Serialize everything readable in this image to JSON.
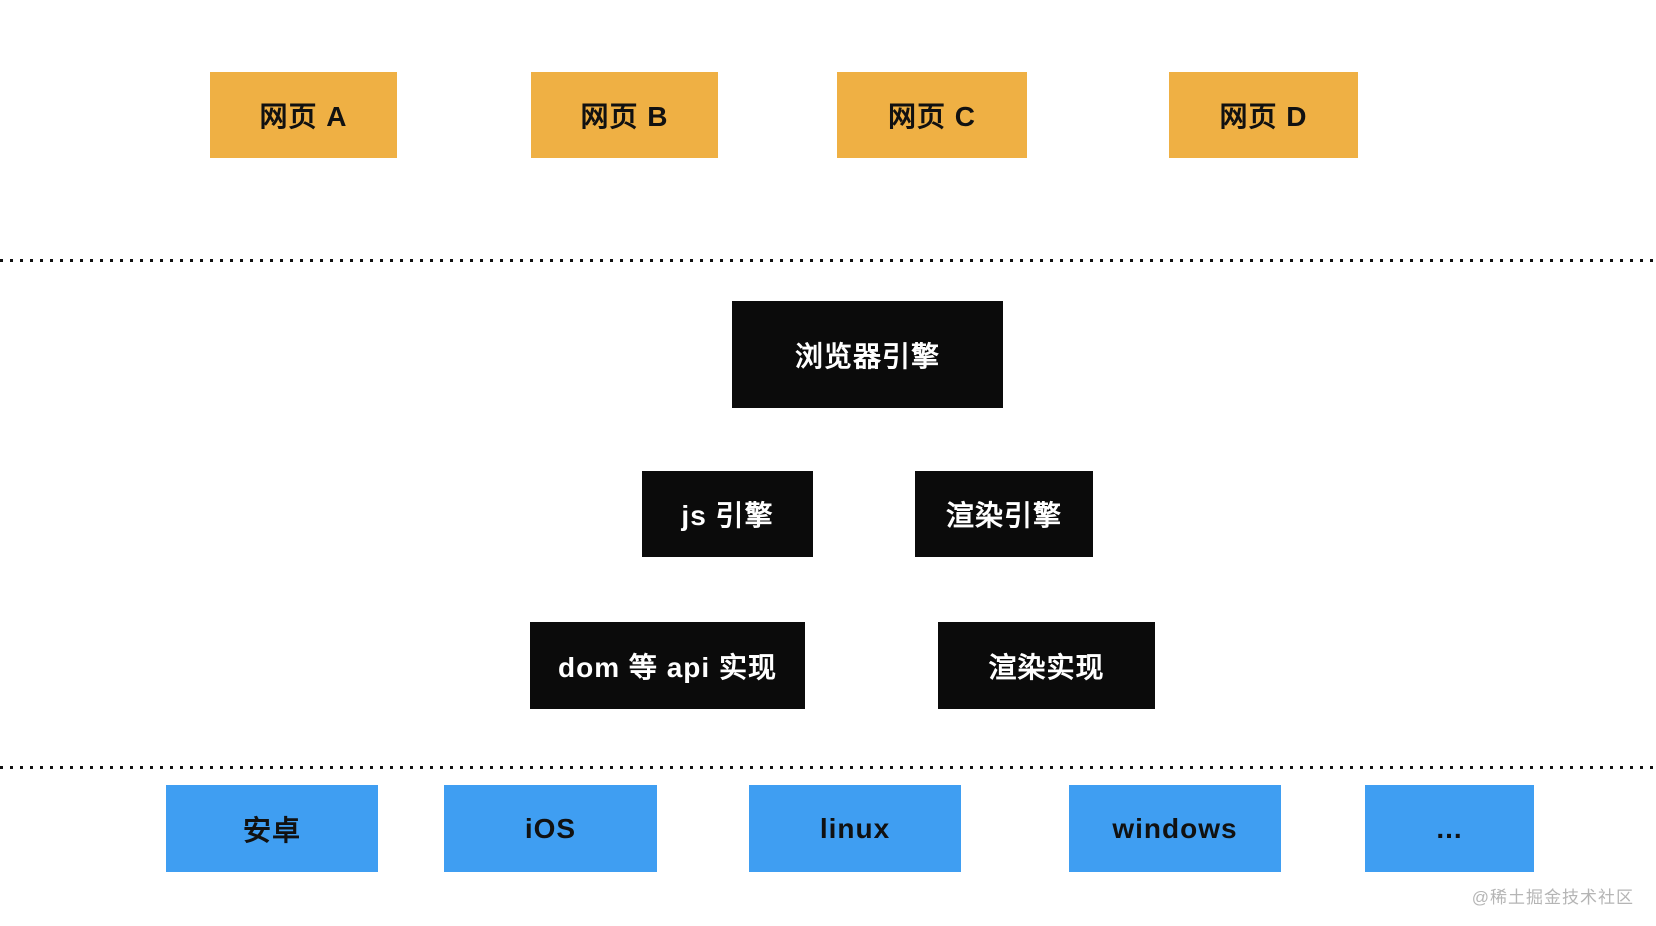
{
  "webpages": {
    "items": [
      {
        "label": "网页 A"
      },
      {
        "label": "网页 B"
      },
      {
        "label": "网页 C"
      },
      {
        "label": "网页 D"
      }
    ]
  },
  "browser": {
    "engine": {
      "label": "浏览器引擎"
    },
    "sub_engines": [
      {
        "label": "js 引擎"
      },
      {
        "label": "渲染引擎"
      }
    ],
    "implementations": [
      {
        "label": "dom 等 api 实现"
      },
      {
        "label": "渲染实现"
      }
    ]
  },
  "platforms": {
    "items": [
      {
        "label": "安卓"
      },
      {
        "label": "iOS"
      },
      {
        "label": "linux"
      },
      {
        "label": "windows"
      },
      {
        "label": "..."
      }
    ]
  },
  "watermark": {
    "label": "@稀土掘金技术社区"
  },
  "colors": {
    "webpage_box": "#efb044",
    "engine_box": "#0b0b0b",
    "platform_box": "#3f9ef2",
    "engine_text": "#ffffff",
    "box_text": "#111111",
    "divider_dots": "#111111",
    "watermark_text": "#b5b5b5",
    "background": "#ffffff"
  }
}
